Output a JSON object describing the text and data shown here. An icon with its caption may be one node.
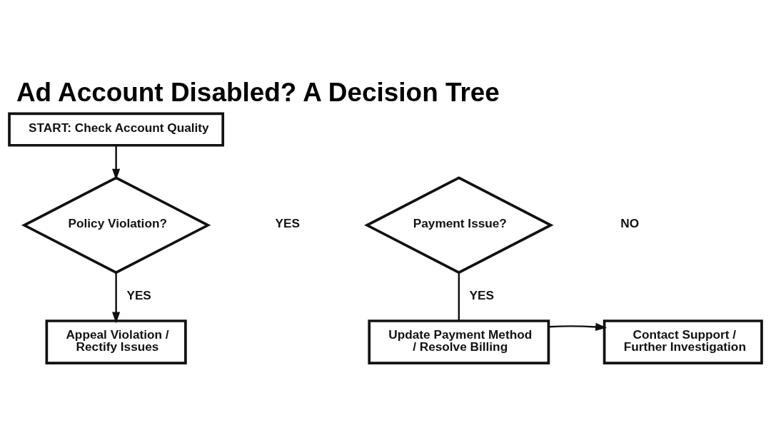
{
  "diagram": {
    "title": "Ad Account Disabled? A Decision Tree",
    "nodes": [
      {
        "text": [
          "START: Check Account Quality"
        ]
      },
      {
        "text": [
          "Policy Violation?"
        ]
      },
      {
        "text": [
          "Payment Issue?"
        ]
      },
      {
        "text": [
          "Appeal Violation / Rectify Issues"
        ]
      },
      {
        "text": [
          "Update Payment Method / Resolve Billing"
        ]
      },
      {
        "text": [
          "Contact Support / Further Investigation"
        ]
      }
    ],
    "edges": [
      {
        "from": 0,
        "to": 1,
        "arrow": "to"
      },
      {
        "from": 1,
        "to": 3,
        "arrow": "to",
        "label": "YES"
      },
      {
        "from": 2,
        "to": 4,
        "arrow": "none",
        "label": "YES"
      },
      {
        "from": 4,
        "to": 5,
        "arrow": "to"
      }
    ],
    "labels": [
      "YES",
      "NO"
    ]
  }
}
